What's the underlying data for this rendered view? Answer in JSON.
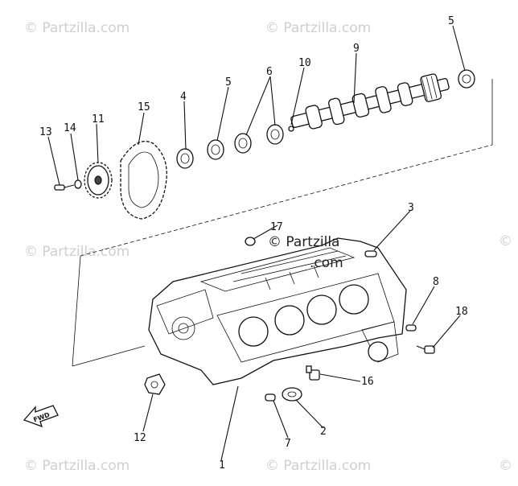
{
  "watermark": {
    "brand": "Partzilla.com",
    "main": "© Partzilla.com",
    "symbol": "©"
  },
  "callouts": {
    "c1": "1",
    "c2": "2",
    "c3": "3",
    "c4": "4",
    "c5a": "5",
    "c5b": "5",
    "c6": "6",
    "c7": "7",
    "c8": "8",
    "c9": "9",
    "c10": "10",
    "c11": "11",
    "c12": "12",
    "c13": "13",
    "c14": "14",
    "c15": "15",
    "c16": "16",
    "c17": "17",
    "c18": "18"
  },
  "fwd_label": "FWD",
  "colors": {
    "line": "#111111",
    "watermark": "#cfcfcf",
    "background": "#ffffff"
  }
}
